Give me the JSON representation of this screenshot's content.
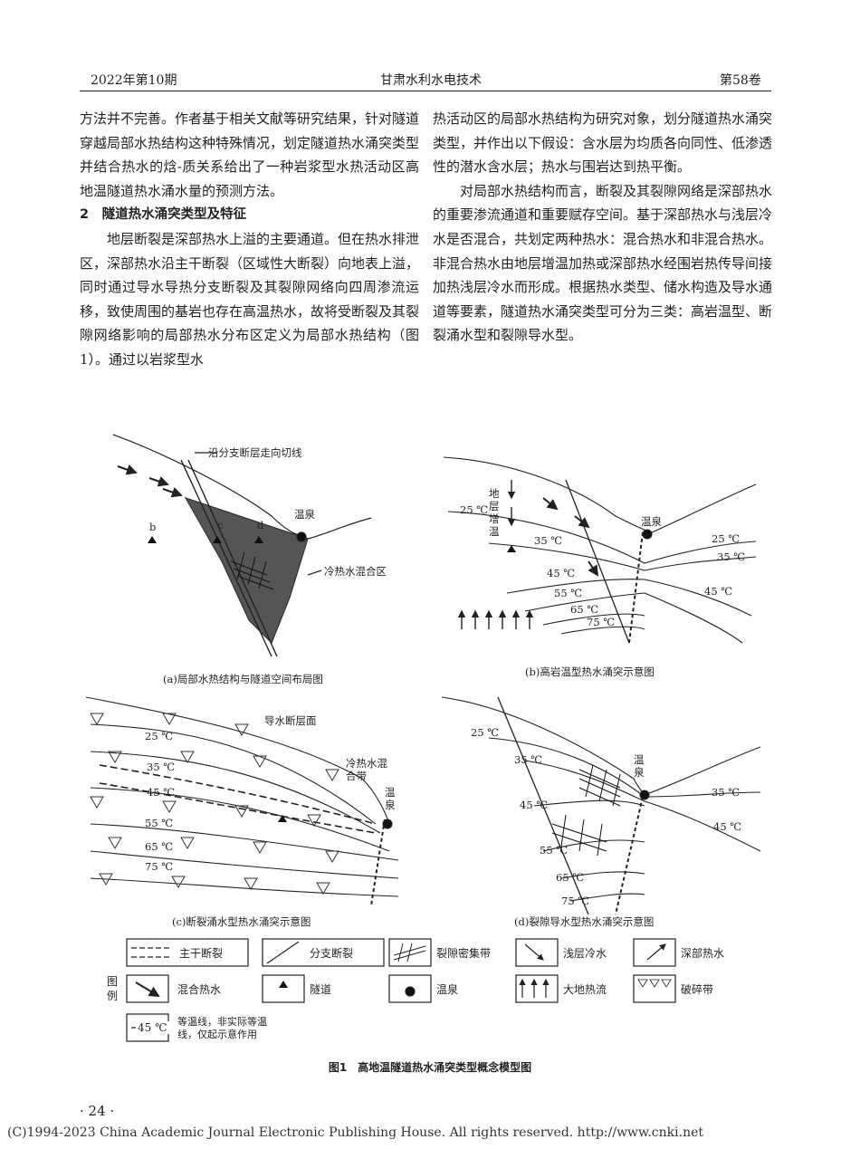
{
  "header": {
    "left": "2022年第10期",
    "center": "甘肃水利水电技术",
    "right": "第58卷"
  },
  "body": {
    "left_p1": "方法并不完善。作者基于相关文献等研究结果，针对隧道穿越局部水热结构这种特殊情况，划定隧道热水涌突类型并结合热水的焓-质关系给出了一种岩浆型水热活动区高地温隧道热水涌水量的预测方法。",
    "section_heading": "2　隧道热水涌突类型及特征",
    "left_p2": "地层断裂是深部热水上溢的主要通道。但在热水排泄区，深部热水沿主干断裂（区域性大断裂）向地表上溢，同时通过导水导热分支断裂及其裂隙网络向四周渗流运移，致使周围的基岩也存在高温热水，故将受断裂及其裂隙网络影响的局部热水分布区定义为局部水热结构（图1）。通过以岩浆型水",
    "right_p1": "热活动区的局部水热结构为研究对象，划分隧道热水涌突类型，并作出以下假设：含水层为均质各向同性、低渗透性的潜水含水层；热水与围岩达到热平衡。",
    "right_p2": "对局部水热结构而言，断裂及其裂隙网络是深部热水的重要渗流通道和重要赋存空间。基于深部热水与浅层冷水是否混合，共划定两种热水：混合热水和非混合热水。非混合热水由地层增温加热或深部热水经围岩热传导间接加热浅层冷水而形成。根据热水类型、储水构造及导水通道等要素，隧道热水涌突类型可分为三类：高岩温型、断裂涌水型和裂隙导水型。"
  },
  "figure": {
    "a": {
      "caption": "(a)局部水热结构与隧道空间布局图",
      "label_cut": "沿分支断层走向切线",
      "label_mix": "冷热水混合区",
      "label_spring": "温泉",
      "tunnel_b": "b",
      "tunnel_c": "c",
      "tunnel_d": "d"
    },
    "b": {
      "caption": "(b)高岩温型热水涌突示意图",
      "label_strata": "地层增温",
      "label_spring": "温泉",
      "isotherms": [
        "25 ℃",
        "35 ℃",
        "45 ℃",
        "55 ℃",
        "65 ℃",
        "75 ℃"
      ],
      "right_isotherms": [
        "25 ℃",
        "35 ℃",
        "45 ℃"
      ]
    },
    "c": {
      "caption": "(c)断裂涌水型热水涌突示意图",
      "label_fault": "导水断层面",
      "label_band": "冷热水混合带",
      "label_spring": "温泉",
      "isotherms": [
        "25 ℃",
        "35 ℃",
        "45 ℃",
        "55 ℃",
        "65 ℃",
        "75 ℃"
      ]
    },
    "d": {
      "caption": "(d)裂隙导水型热水涌突示意图",
      "label_spring": "温泉",
      "isotherms": [
        "25 ℃",
        "35 ℃",
        "45 ℃",
        "55 ℃",
        "65 ℃",
        "75 ℃"
      ],
      "right_isotherms": [
        "35 ℃",
        "45 ℃"
      ]
    },
    "legend": {
      "title": "图例",
      "main_fault": "主干断裂",
      "branch_fault": "分支断裂",
      "fracture": "裂隙密集带",
      "cold_water": "浅层冷水",
      "deep_water": "深部热水",
      "mixed_water": "混合热水",
      "tunnel": "隧道",
      "spring": "温泉",
      "heat_flow": "大地热流",
      "broken": "破碎带",
      "isotherm_sample": "45 ℃",
      "isotherm_note": "等温线，非实际等温线，仅起示意作用"
    },
    "title": "图1　高地温隧道热水涌突类型概念模型图"
  },
  "footer": {
    "page": "· 24 ·",
    "copyright": "(C)1994-2023 China Academic Journal Electronic Publishing House. All rights reserved.    http://www.cnki.net"
  }
}
